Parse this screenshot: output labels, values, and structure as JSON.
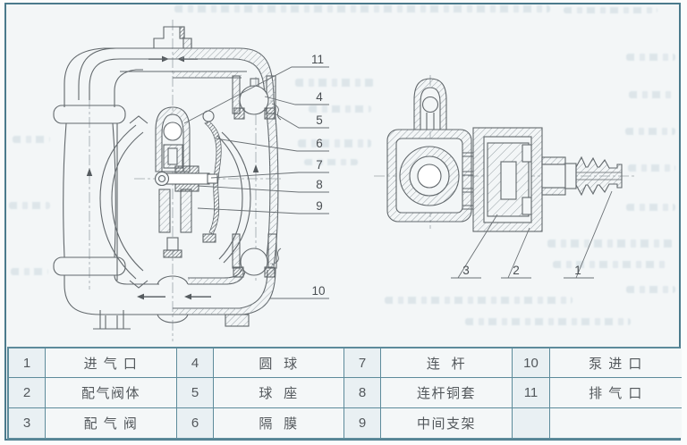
{
  "figure": {
    "callouts": {
      "c1": "1",
      "c2": "2",
      "c3": "3",
      "c4": "4",
      "c5": "5",
      "c6": "6",
      "c7": "7",
      "c8": "8",
      "c9": "9",
      "c10": "10",
      "c11": "11"
    }
  },
  "table": {
    "rows": [
      [
        {
          "no": "1",
          "name": "进 气 口"
        },
        {
          "no": "4",
          "name": "圆  球"
        },
        {
          "no": "7",
          "name": "连  杆"
        },
        {
          "no": "10",
          "name": "泵 进 口"
        }
      ],
      [
        {
          "no": "2",
          "name": "配气阀体"
        },
        {
          "no": "5",
          "name": "球  座"
        },
        {
          "no": "8",
          "name": "连杆铜套"
        },
        {
          "no": "11",
          "name": "排 气 口"
        }
      ],
      [
        {
          "no": "3",
          "name": "配 气 阀"
        },
        {
          "no": "6",
          "name": "隔  膜"
        },
        {
          "no": "9",
          "name": "中间支架"
        },
        {
          "no": "",
          "name": ""
        }
      ]
    ]
  },
  "colors": {
    "frame": "#4b7a8c",
    "table_border": "#5d8b9b",
    "drawing_line": "#62686c",
    "text": "#4a4f53"
  }
}
